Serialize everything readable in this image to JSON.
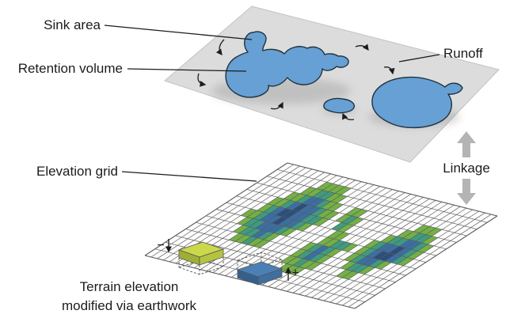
{
  "labels": {
    "sink_area": "Sink area",
    "retention_volume": "Retention volume",
    "runoff": "Runoff",
    "elevation_grid": "Elevation grid",
    "linkage": "Linkage",
    "minus": "−",
    "plus": "+",
    "caption_line1": "Terrain elevation",
    "caption_line2": "modified via earthwork"
  },
  "colors": {
    "background": "#ffffff",
    "plane_fill": "#dcdcdc",
    "plane_edge": "#c2c2c2",
    "water_fill": "#66a0d4",
    "water_outline": "#20323f",
    "shadow": "#8f8f8f",
    "leader_line": "#1c1c1c",
    "text": "#1c1c1c",
    "grid_fill": "#fcfcfc",
    "grid_line": "#5a5a5a",
    "linkage_arrow": "#b4b4b4",
    "legend_lower_top": "#cbd84c",
    "legend_lower_front": "#9fae36",
    "legend_lower_side": "#b5c340",
    "legend_raise_top": "#4a80b5",
    "legend_raise_front": "#35608c",
    "legend_raise_side": "#3f6f9e",
    "dashed_box": "#555555",
    "heat_1": "#74b045",
    "heat_2": "#3f9b80",
    "heat_3": "#3a6fa4",
    "heat_4": "#2c4e7d"
  },
  "grid": {
    "cols": 34,
    "rows": 14,
    "matrix": [
      7.794,
      1.971,
      -12.857,
      8.357,
      363,
      206
    ]
  },
  "heatmap": {
    "levels": {
      "a": "heat_1",
      "b": "heat_2",
      "c": "heat_3",
      "d": "heat_4"
    },
    "rows": [
      "..................................",
      "........aaaa......................",
      ".......aabbaa.....................",
      "......aabccbaa..aa.........aaa....",
      ".....aabcdccbaa.aba.......aabba...",
      ".....abcddccbba..ba......abbccba..",
      "....aabccdccba....aa....abccdcba..",
      ".....abbcccba.....aabba.abcddcba..",
      "......abbcba.....abcba..abccba....",
      ".......aabaa.....abcba...abba.....",
      ".................aabaa....aa......",
      "..................aaa.............",
      "..................................",
      ".................................."
    ]
  }
}
